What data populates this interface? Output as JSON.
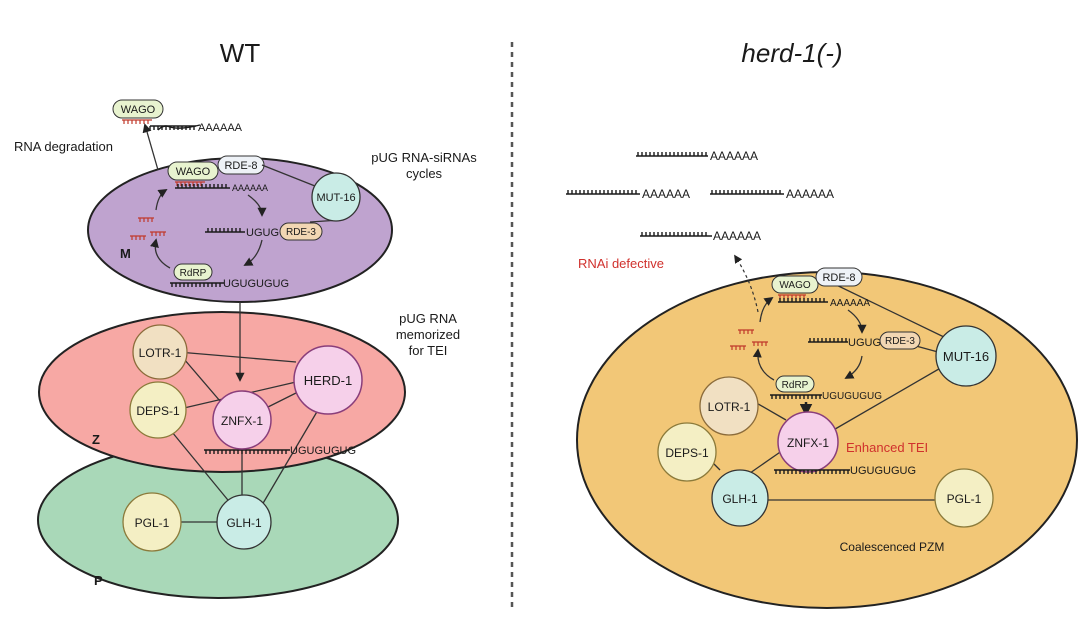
{
  "colors": {
    "m_compartment": "#bfa3cf",
    "z_compartment": "#f7a8a4",
    "p_compartment": "#a9d8b8",
    "pzm_compartment": "#f2c777",
    "sirna": "#c0392b",
    "highlight_text": "#d0312d"
  },
  "wt": {
    "title": "WT",
    "rna_degradation": "RNA degradation",
    "pug_cycles_line1": "pUG RNA-siRNAs",
    "pug_cycles_line2": "cycles",
    "memorized_line1": "pUG RNA",
    "memorized_line2": "memorized",
    "memorized_line3": "for TEI",
    "label_m": "M",
    "label_z": "Z",
    "label_p": "P",
    "poly_a": "AAAAAA",
    "poly_a_small": "AAAAAA",
    "ugug": "UGUG",
    "pug": "UGUGUGUG",
    "pug_z": "UGUGUGUG",
    "proteins": {
      "wago_top": "WAGO",
      "wago": "WAGO",
      "rde8": "RDE-8",
      "mut16": "MUT-16",
      "rde3": "RDE-3",
      "rdrp": "RdRP",
      "lotr1": "LOTR-1",
      "herd1": "HERD-1",
      "deps1": "DEPS-1",
      "znfx1": "ZNFX-1",
      "pgl1": "PGL-1",
      "glh1": "GLH-1"
    }
  },
  "mutant": {
    "title": "herd-1(-)",
    "rnai_defective": "RNAi defective",
    "enhanced_tei": "Enhanced TEI",
    "coalesced": "Coalescenced PZM",
    "free_mrna_1": "AAAAAA",
    "free_mrna_2": "AAAAAA",
    "free_mrna_3": "AAAAAA",
    "free_mrna_4": "AAAAAA",
    "poly_a": "AAAAAA",
    "ugug": "UGUG",
    "pug": "UGUGUGUG",
    "pug_znfx": "UGUGUGUG",
    "proteins": {
      "wago": "WAGO",
      "rde8": "RDE-8",
      "rde3": "RDE-3",
      "mut16": "MUT-16",
      "rdrp": "RdRP",
      "lotr1": "LOTR-1",
      "znfx1": "ZNFX-1",
      "deps1": "DEPS-1",
      "glh1": "GLH-1",
      "pgl1": "PGL-1"
    }
  }
}
